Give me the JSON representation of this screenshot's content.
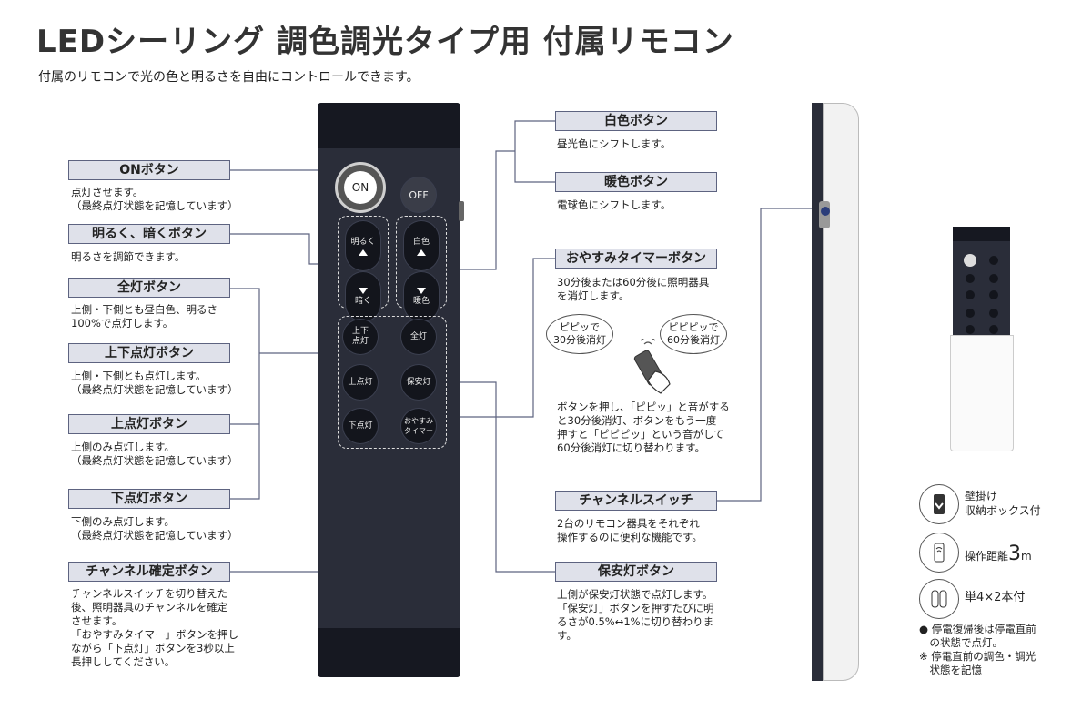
{
  "title": "LEDシーリング 調色調光タイプ用 付属リモコン",
  "subtitle": "付属のリモコンで光の色と明るさを自由にコントロールできます。",
  "labels": {
    "on": {
      "label": "ONボタン",
      "desc": "点灯させます。\n（最終点灯状態を記憶しています）"
    },
    "brightness": {
      "label": "明るく、暗くボタン",
      "desc": "明るさを調節できます。"
    },
    "full": {
      "label": "全灯ボタン",
      "desc": "上側・下側とも昼白色、明るさ\n100%で点灯します。"
    },
    "updown": {
      "label": "上下点灯ボタン",
      "desc": "上側・下側とも点灯します。\n（最終点灯状態を記憶しています）"
    },
    "top": {
      "label": "上点灯ボタン",
      "desc": "上側のみ点灯します。\n（最終点灯状態を記憶しています）"
    },
    "bottom": {
      "label": "下点灯ボタン",
      "desc": "下側のみ点灯します。\n（最終点灯状態を記憶しています）"
    },
    "channel_confirm": {
      "label": "チャンネル確定ボタン",
      "desc": "チャンネルスイッチを切り替えた\n後、照明器具のチャンネルを確定\nさせます。\n「おやすみタイマー」ボタンを押し\nながら「下点灯」ボタンを3秒以上\n長押ししてください。"
    },
    "white": {
      "label": "白色ボタン",
      "desc": "昼光色にシフトします。"
    },
    "warm": {
      "label": "暖色ボタン",
      "desc": "電球色にシフトします。"
    },
    "sleep_timer": {
      "label": "おやすみタイマーボタン",
      "desc": "30分後または60分後に照明器具\nを消灯します。",
      "desc2": "ボタンを押し、「ピピッ」と音がする\nと30分後消灯、ボタンをもう一度\n押すと「ピピピッ」という音がして\n60分後消灯に切り替わります。"
    },
    "channel_switch": {
      "label": "チャンネルスイッチ",
      "desc": "2台のリモコン器具をそれぞれ\n操作するのに便利な機能です。"
    },
    "security": {
      "label": "保安灯ボタン",
      "desc": "上側が保安灯状態で点灯します。\n「保安灯」ボタンを押すたびに明\nるさが0.5%↔1%に切り替わりま\nす。"
    }
  },
  "bubbles": {
    "b30": "ピピッで\n30分後消灯",
    "b60": "ピピピッで\n60分後消灯"
  },
  "remote": {
    "on": "ON",
    "off": "OFF",
    "bright_up": "明るく",
    "bright_down": "暗く",
    "white": "白色",
    "warm": "暖色",
    "updown_line1": "上下",
    "updown_line2": "点灯",
    "full": "全灯",
    "top": "上点灯",
    "security": "保安灯",
    "bottom": "下点灯",
    "timer_line1": "おやすみ",
    "timer_line2": "タイマー"
  },
  "features": {
    "wall": "壁掛け\n収納ボックス付",
    "distance_label": "操作距離",
    "distance_value": "3",
    "distance_unit": "m",
    "battery": "単4×2本付"
  },
  "notes": {
    "n1": "● 停電復帰後は停電直前\n　の状態で点灯。",
    "n2": "※ 停電直前の調色・調光\n　状態を記憶"
  }
}
